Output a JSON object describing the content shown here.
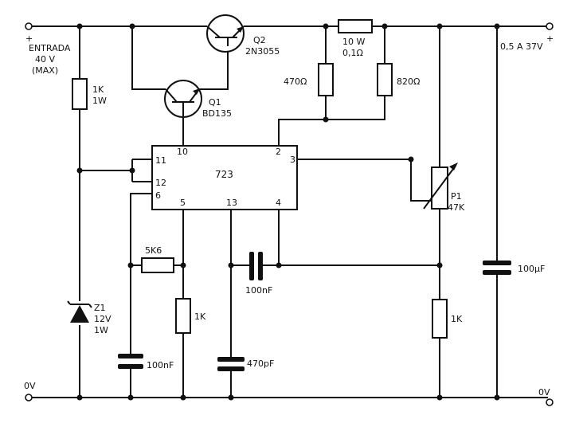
{
  "terminals": {
    "input_plus": "+",
    "input_name": "ENTRADA",
    "input_voltage": "40 V",
    "input_max": "(MAX)",
    "output_plus": "+",
    "output_spec": "0,5 A 37V",
    "ground_left": "0V",
    "ground_right": "0V"
  },
  "components": {
    "r_in": {
      "value": "1K",
      "power": "1W"
    },
    "zener": {
      "ref": "Z1",
      "voltage": "12V",
      "power": "1W"
    },
    "q1": {
      "ref": "Q1",
      "part": "BD135"
    },
    "q2": {
      "ref": "Q2",
      "part": "2N3055"
    },
    "r_shunt": {
      "power": "10 W",
      "value": "0,1Ω"
    },
    "r_470": {
      "value": "470Ω"
    },
    "r_820": {
      "value": "820Ω"
    },
    "ic": {
      "label": "723"
    },
    "r_5k6": {
      "value": "5K6"
    },
    "r_1k_a": {
      "value": "1K"
    },
    "c_100nf_a": {
      "value": "100nF"
    },
    "c_470pf": {
      "value": "470pF"
    },
    "c_100nf_b": {
      "value": "100nF"
    },
    "p1": {
      "ref": "P1",
      "value": "47K"
    },
    "r_1k_b": {
      "value": "1K"
    },
    "c_out": {
      "value": "100µF"
    }
  },
  "ic_pins": {
    "p10": "10",
    "p11": "11",
    "p12": "12",
    "p6": "6",
    "p5": "5",
    "p13": "13",
    "p4": "4",
    "p2": "2",
    "p3": "3"
  }
}
